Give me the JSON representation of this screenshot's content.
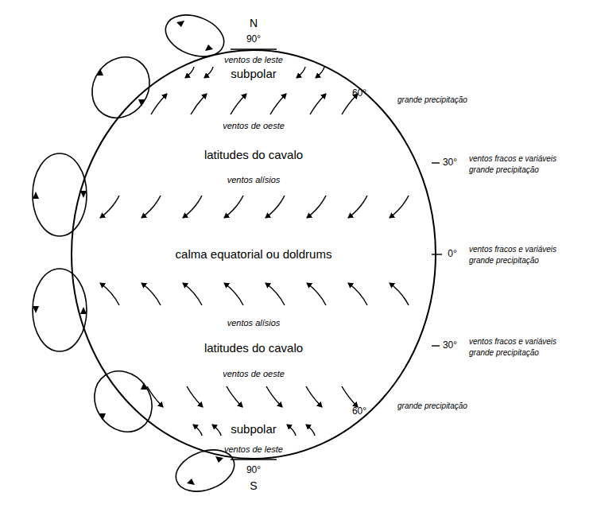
{
  "diagram": {
    "nodes": [
      {
        "text": [
          "ventos de leste",
          "subpolar",
          "ventos de oeste",
          "latitudes do cavalo",
          "ventos alísios",
          "calma equatorial ou doldrums",
          "ventos alísios",
          "latitudes do cavalo",
          "ventos de oeste",
          "subpolar",
          "ventos de leste"
        ]
      }
    ],
    "edges": [],
    "labels": [
      "N",
      "90°",
      "60°",
      "grande precipitação",
      "30°",
      "ventos fracos e variáveis",
      "grande precipitação",
      "0°",
      "ventos fracos e variáveis",
      "grande precipitação",
      "30°",
      "ventos fracos e variáveis",
      "grande precipitação",
      "60°",
      "grande precipitação",
      "90°",
      "S"
    ]
  }
}
